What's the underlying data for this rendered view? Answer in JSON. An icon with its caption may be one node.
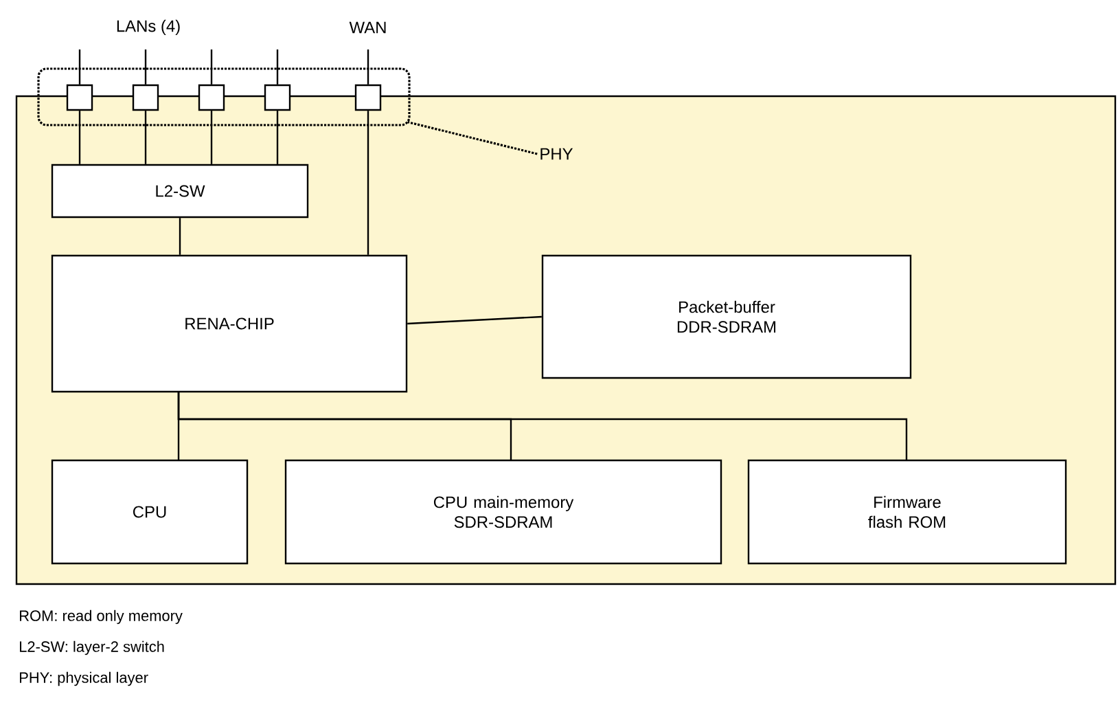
{
  "diagram": {
    "nodes": [
      {
        "text": [],
        "shape": "box"
      },
      {
        "text": [],
        "shape": "box"
      },
      {
        "text": [],
        "shape": "box",
        "in": 1
      },
      {
        "text": [],
        "shape": "box",
        "in": 1
      },
      {
        "text": [],
        "shape": "box",
        "in": 1
      },
      {
        "text": [],
        "shape": "box",
        "in": 1
      },
      {
        "text": [],
        "shape": "box",
        "in": 1
      },
      {
        "text": [
          "PHY"
        ],
        "in": 0
      },
      {
        "text": [
          "L2-SW"
        ],
        "in": 0
      },
      {
        "text": [
          "RENA-CHIP"
        ],
        "in": 0
      },
      {
        "text": [
          "Packet-buffer DDR-SDRAM"
        ],
        "in": 0
      },
      {
        "text": [
          "CPU"
        ],
        "in": 0
      },
      {
        "text": [
          "CPU main-memory SDR-SDRAM"
        ],
        "in": 0
      },
      {
        "text": [
          "Firmware flash ROM"
        ],
        "in": 0
      }
    ],
    "edges": [
      {
        "from": 2,
        "to": null,
        "arrow": "none"
      },
      {
        "from": 3,
        "to": null,
        "arrow": "none"
      },
      {
        "from": 4,
        "to": null,
        "arrow": "none"
      },
      {
        "from": 5,
        "to": null,
        "arrow": "none"
      },
      {
        "from": 6,
        "to": null,
        "arrow": "none"
      },
      {
        "from": 7,
        "to": 1,
        "arrow": "none",
        "style": "dashed"
      },
      {
        "from": 2,
        "to": 8,
        "arrow": "none"
      },
      {
        "from": 3,
        "to": 8,
        "arrow": "none"
      },
      {
        "from": 4,
        "to": 8,
        "arrow": "none"
      },
      {
        "from": 5,
        "to": 8,
        "arrow": "none"
      },
      {
        "from": 6,
        "to": 9,
        "arrow": "none"
      },
      {
        "from": 8,
        "to": 9,
        "arrow": "none"
      },
      {
        "from": 9,
        "to": 10,
        "arrow": "none"
      },
      {
        "from": 9,
        "to": 11,
        "arrow": "none"
      },
      {
        "from": 9,
        "to": 12,
        "arrow": "none"
      },
      {
        "from": 9,
        "to": 13,
        "arrow": "none"
      }
    ],
    "labels": [
      "LANs (4)",
      "WAN",
      "ROM: read only memory",
      "L2-SW: layer-2 switch",
      "PHY: physical layer"
    ]
  }
}
